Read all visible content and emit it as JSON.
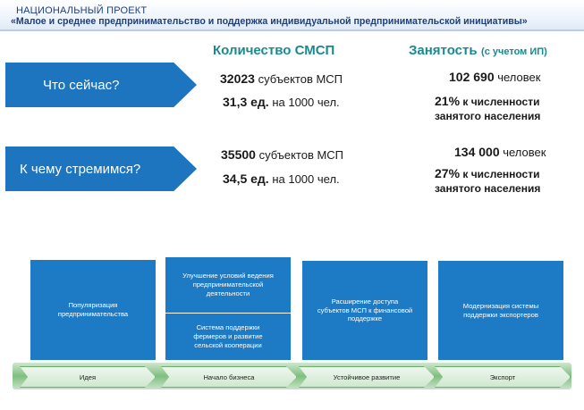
{
  "header": {
    "line1": "НАЦИОНАЛЬНЫЙ ПРОЕКТ",
    "line2": "«Малое и среднее предпринимательство и поддержка индивидуальной предпринимательской инициативы»"
  },
  "columns": {
    "smsp": "Количество СМСП",
    "employment": "Занятость",
    "employment_note": "(с учетом ИП)"
  },
  "rows": [
    {
      "label": "Что сейчас?",
      "subjects_num": "32023",
      "subjects_text": "субъектов МСП",
      "per_num": "31,3 ед.",
      "per_text": "на 1000 чел.",
      "people_num": "102 690",
      "people_text": "человек",
      "share_num": "21%",
      "share_text": "к численности",
      "share_text2": "занятого населения"
    },
    {
      "label": "К чему стремимся?",
      "subjects_num": "35500",
      "subjects_text": "субъектов МСП",
      "per_num": "34,5 ед.",
      "per_text": "на 1000 чел.",
      "people_num": "134 000",
      "people_text": "человек",
      "share_num": "27%",
      "share_text": "к численности",
      "share_text2": "занятого населения"
    }
  ],
  "boxes": {
    "popularization": "Популяризация предпринимательства",
    "conditions": "Улучшение условий ведения предпринимательской деятельности",
    "agri": "Система поддержки фермеров и развитие сельской кооперации",
    "finance": "Расширение доступа субъектов МСП к финансовой поддержке",
    "export": "Модернизация системы поддержки экспортеров"
  },
  "stages": [
    "Идея",
    "Начало бизнеса",
    "Устойчивое развитие",
    "Экспорт"
  ],
  "colors": {
    "accent_blue": "#1d74bf",
    "heading_teal": "#1a8a8e",
    "stage_green": "#7fbf7f"
  }
}
